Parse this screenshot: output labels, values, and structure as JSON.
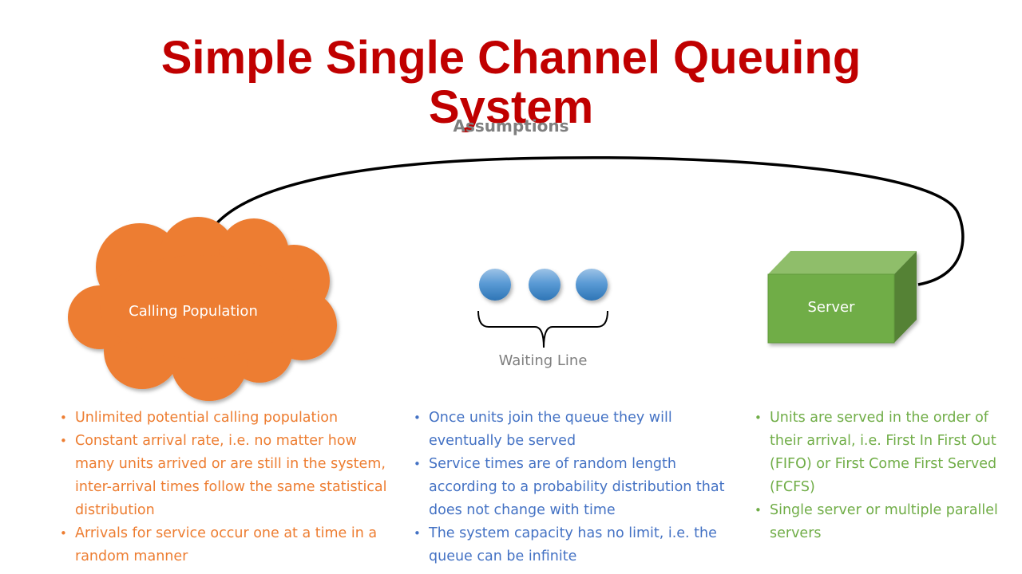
{
  "slide": {
    "title": "Simple Single Channel Queuing\nSystem",
    "subtitle": "Assumptions"
  },
  "diagram": {
    "calling_population": "Calling Population",
    "waiting_line": "Waiting Line",
    "server": "Server",
    "queue_units": 3,
    "colors": {
      "cloud": "#ed7d31",
      "server_front": "#70ad47",
      "queue_unit": "#5b9bd5",
      "arrow": "#000000"
    }
  },
  "assumptions": {
    "calling_population": [
      "Unlimited potential calling population",
      "Constant arrival rate, i.e. no matter how many units arrived or are still in the system, inter-arrival times follow the same statistical distribution",
      "Arrivals for service occur one at a time in a random manner"
    ],
    "waiting_line": [
      "Once units join the queue they will eventually be served",
      "Service times are of random length according to a probability distribution that does not change with time",
      "The system capacity has no limit, i.e. the queue can be infinite"
    ],
    "server": [
      "Units are served in the order of their arrival, i.e. First In First Out (FIFO) or First Come First Served (FCFS)",
      "Single server or multiple parallel servers"
    ]
  }
}
